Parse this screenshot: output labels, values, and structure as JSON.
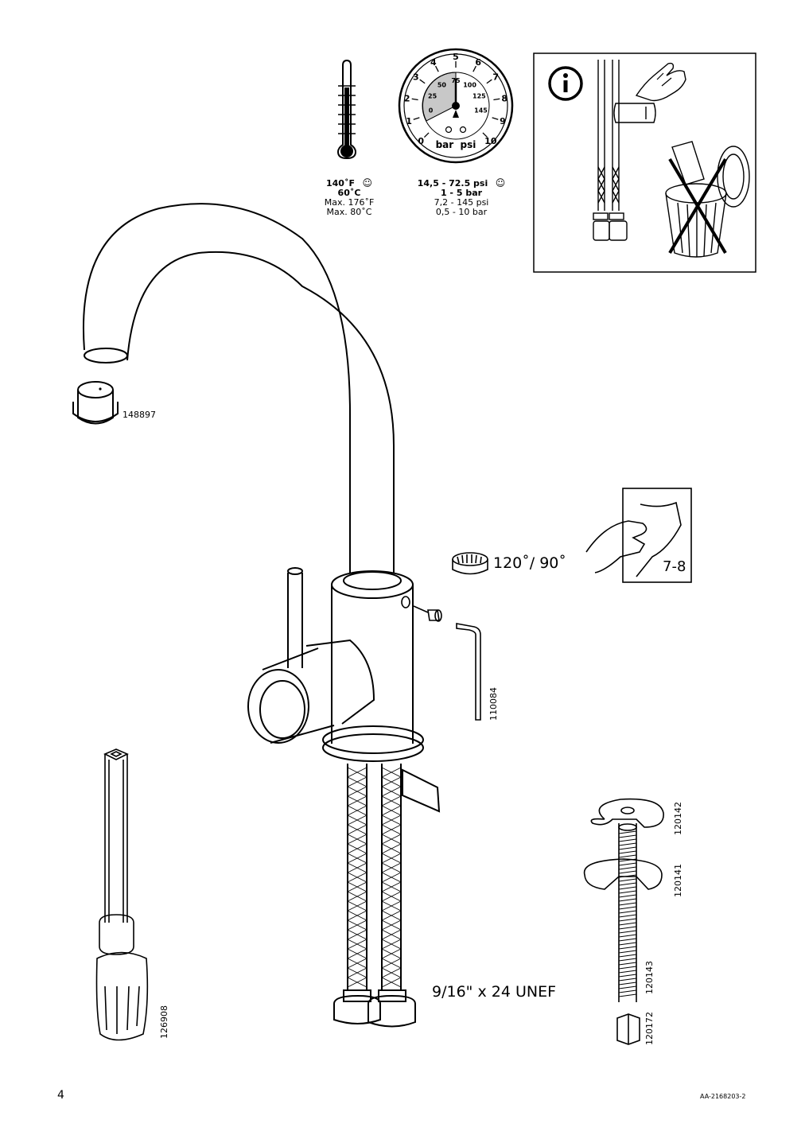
{
  "page": {
    "number": "4",
    "doc_code": "AA-2168203-2"
  },
  "temperature": {
    "recommended_f": "140˚F",
    "recommended_c": "60˚C",
    "max_f": "Max. 176˚F",
    "max_c": "Max. 80˚C"
  },
  "pressure": {
    "recommended_psi": "14,5 - 72.5 psi",
    "recommended_bar": "1 - 5 bar",
    "range_psi": "7,2 - 145 psi",
    "range_bar": "0,5 - 10 bar",
    "gauge": {
      "bar_ticks": [
        "0",
        "1",
        "2",
        "3",
        "4",
        "5",
        "6",
        "7",
        "8",
        "9",
        "10"
      ],
      "psi_ticks": [
        "0",
        "25",
        "50",
        "75",
        "100",
        "125",
        "145"
      ],
      "unit_label": "bar  psi"
    }
  },
  "info_box": {
    "icon": "info-icon"
  },
  "parts": {
    "aerator": "148897",
    "angle_ring_label": "120˚/ 90˚",
    "set_screw_key": "110084",
    "socket_wrench": "126908",
    "washer_top": "120142",
    "washer_bottom": "120141",
    "stud_bolt": "120143",
    "nut": "120172"
  },
  "thread_spec": "9/16\" x 24 UNEF",
  "page_ref": "7-8",
  "colors": {
    "ink": "#000000",
    "gauge_fill": "#c8c8c8"
  }
}
